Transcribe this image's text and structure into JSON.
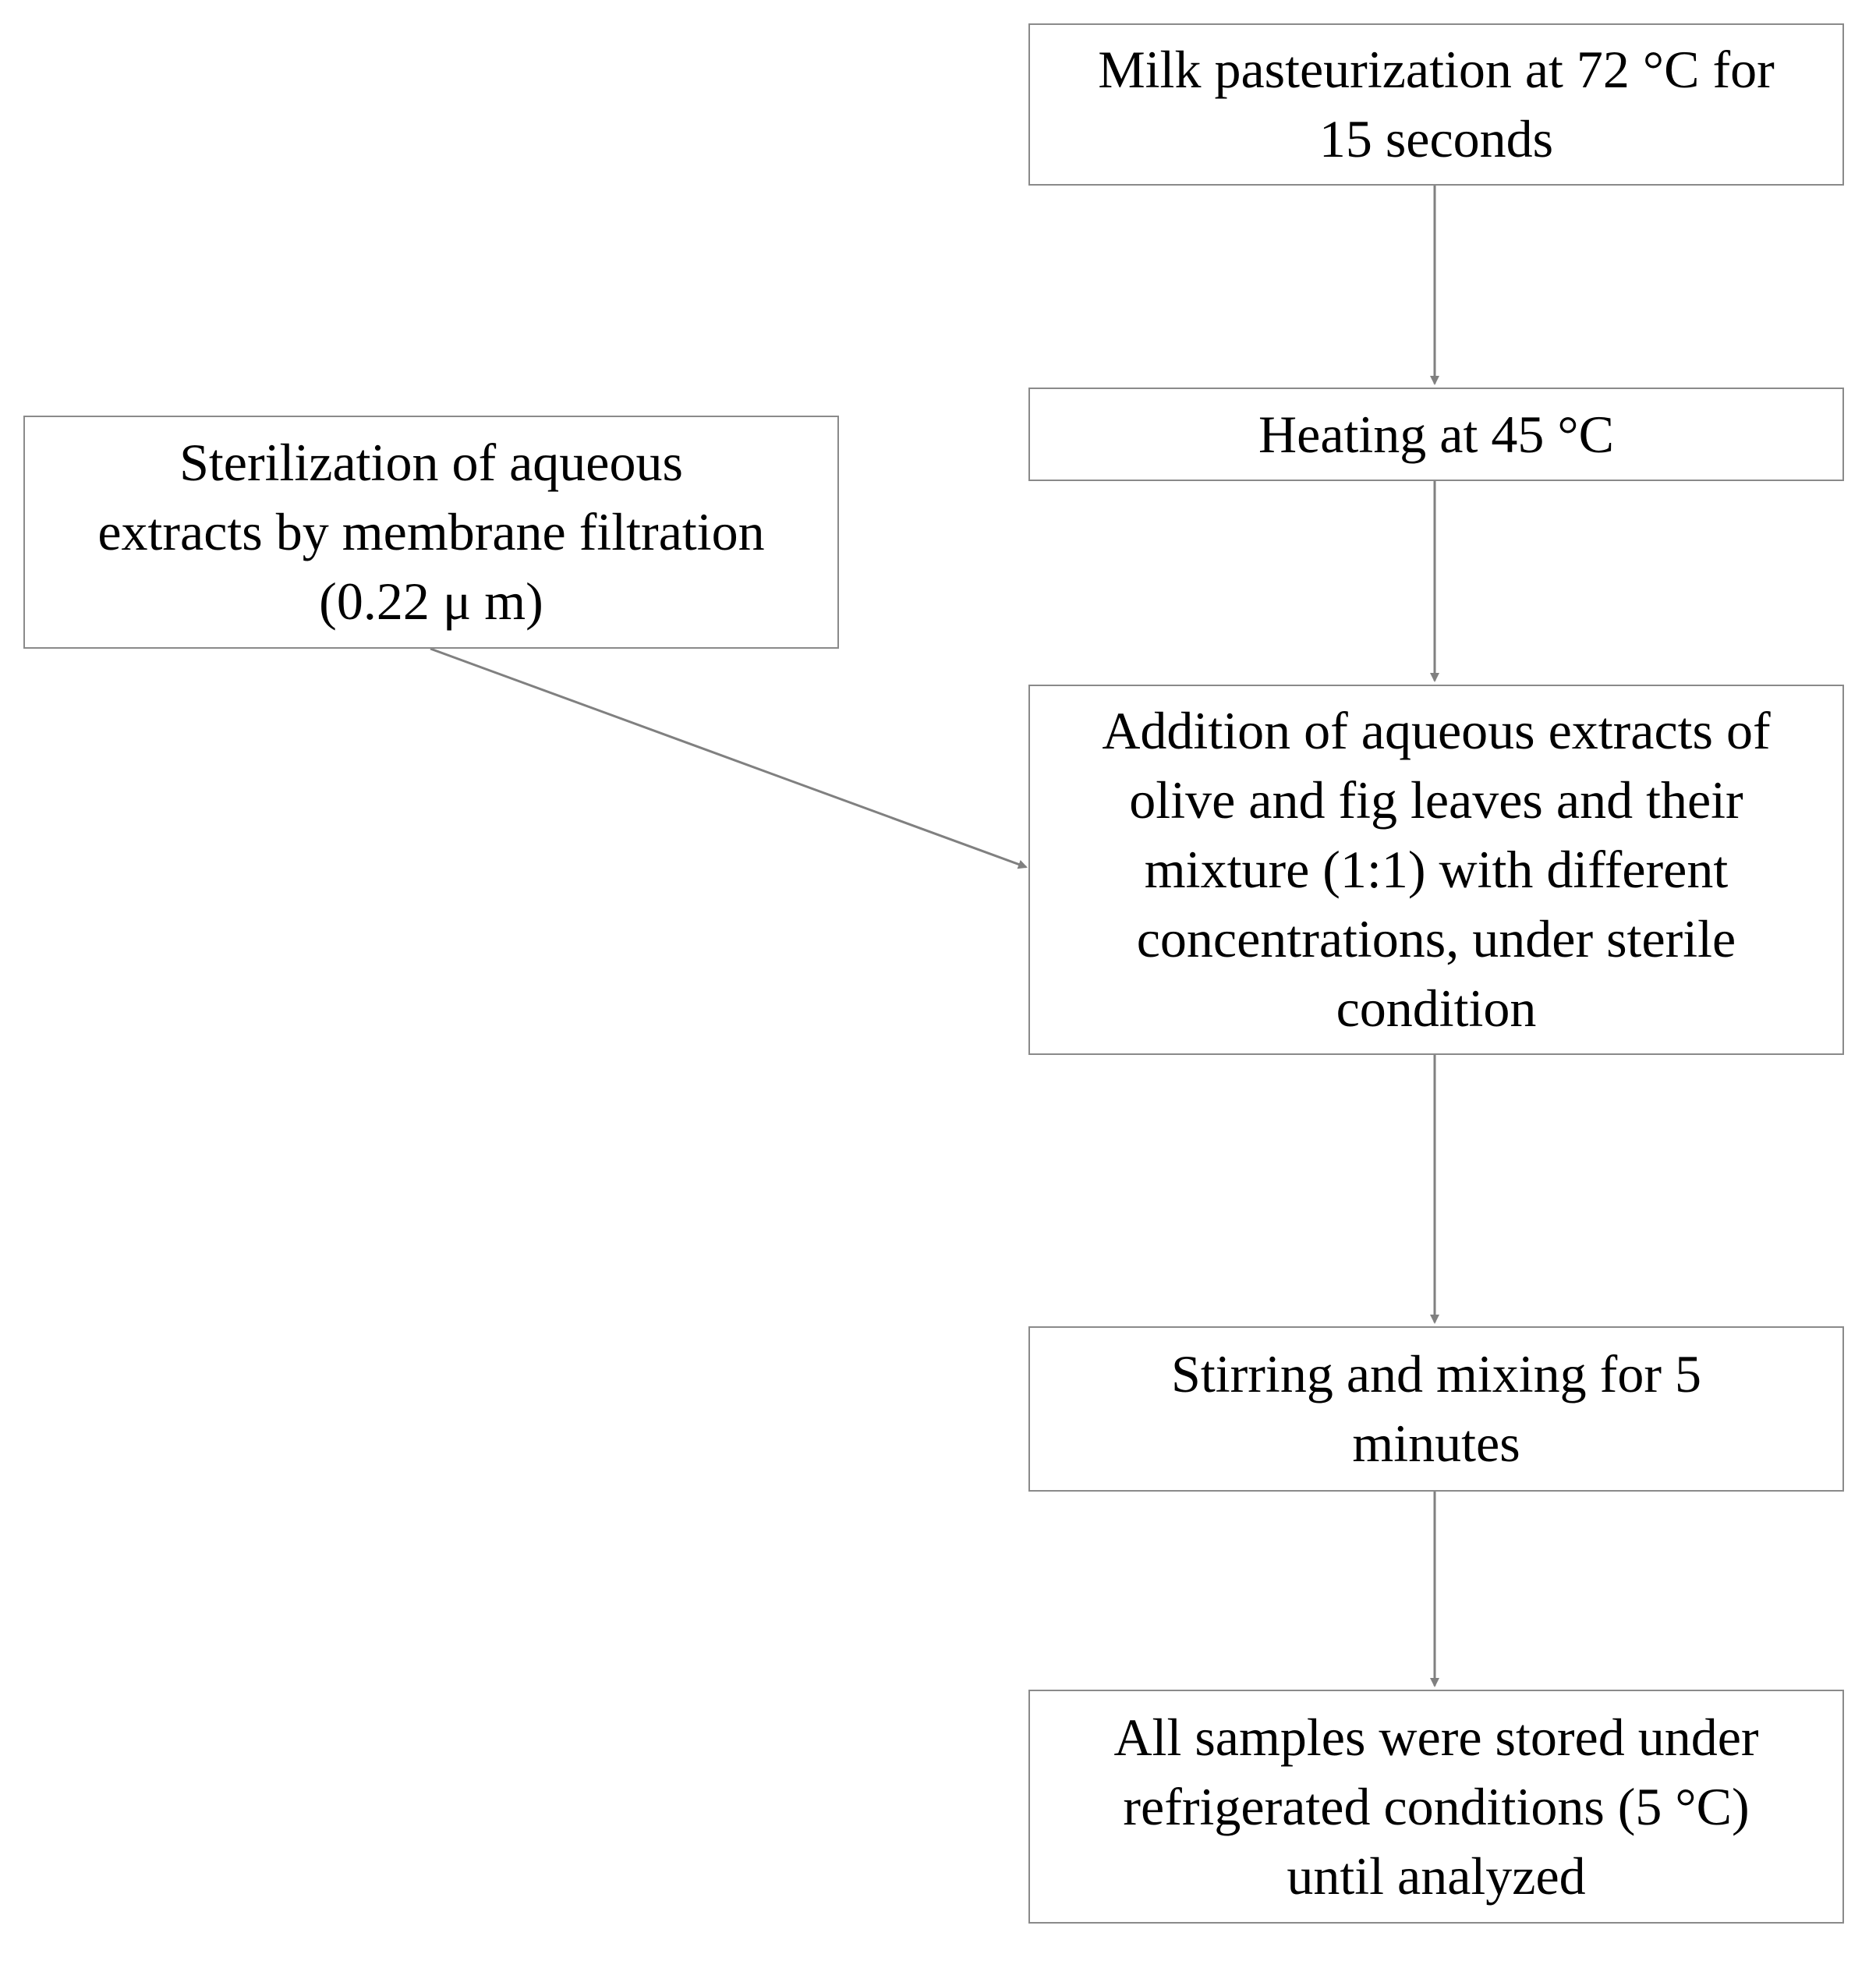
{
  "flowchart": {
    "steps": [
      {
        "lines": [
          "Milk pasteurization at 72 °C for",
          "15 seconds"
        ]
      },
      {
        "lines": [
          "Heating at 45 °C"
        ]
      },
      {
        "lines": [
          "Addition of aqueous extracts of",
          "olive and fig leaves and their",
          "mixture (1:1) with different",
          "concentrations, under sterile",
          "condition"
        ]
      },
      {
        "lines": [
          "Stirring and mixing for 5",
          "minutes"
        ]
      },
      {
        "lines": [
          "All samples were stored under",
          "refrigerated conditions (5 °C)",
          "until analyzed"
        ]
      }
    ],
    "side_input": {
      "lines": [
        "Sterilization of aqueous",
        "extracts by membrane filtration",
        "(0.22 μ m)"
      ]
    }
  },
  "colors": {
    "box_border": "#8a8a8a",
    "arrow": "#808080",
    "text": "#000000",
    "background": "#ffffff"
  }
}
